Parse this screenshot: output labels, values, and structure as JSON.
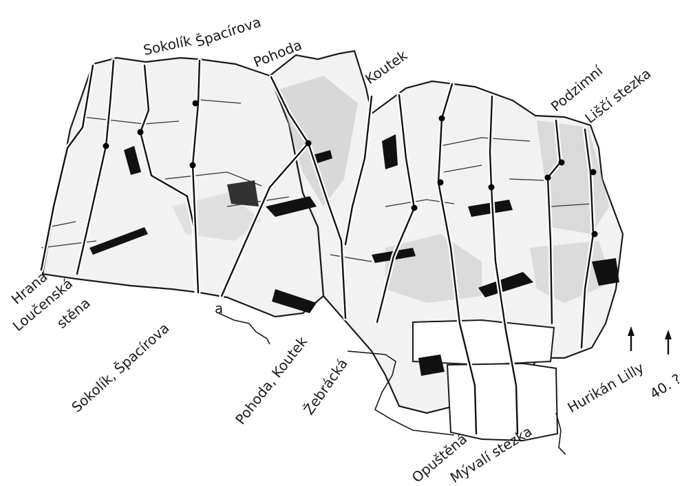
{
  "labels": {
    "sokolik": "Sokolík",
    "spacirova": "Špacírova",
    "pohoda": "Pohoda",
    "koutek": "Koutek",
    "podzimni": "Podzimní",
    "lisci_stezka": "Liščí stezka",
    "hrana": "Hrana",
    "loucenska_1": "Loučenská",
    "loucenska_2": "stěna",
    "sokolik_spacirova": "Sokolík, Špacírova",
    "a": "a",
    "pohoda_koutek": "Pohoda, Koutek",
    "zebracka": "Žebrácká",
    "opustena": "Opuštěná",
    "myvali_stezka": "Mývalí stezka",
    "hurikan_lilly": "Hurikán Lilly",
    "forty": "40. ?"
  },
  "colors": {
    "line": "#111111",
    "rock_light": "#f2f2f2",
    "rock_shade": "#c9c9c9",
    "rock_dark": "#111111",
    "background": "#ffffff"
  }
}
